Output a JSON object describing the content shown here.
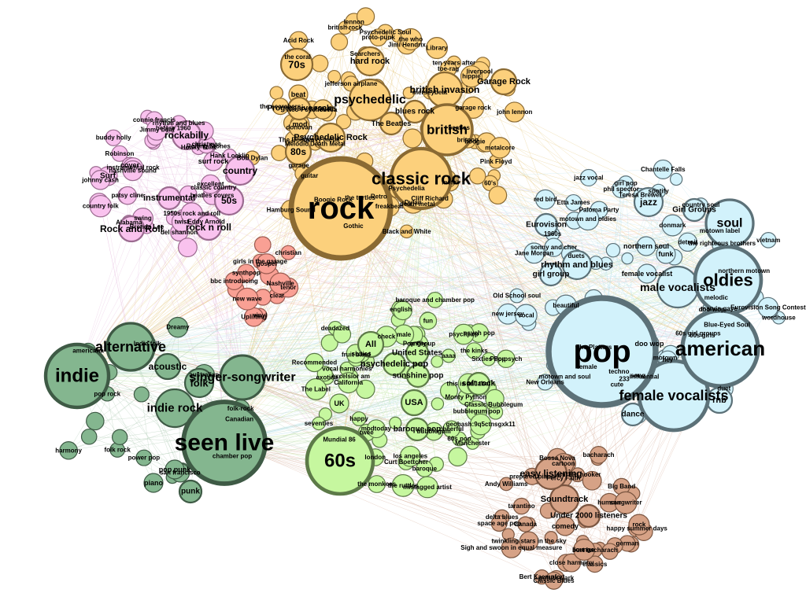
{
  "communities": [
    {
      "id": "psych",
      "fill": "#fcd07c",
      "stroke": "#8a6a33",
      "edge": "#e6c97f"
    },
    {
      "id": "rockabilly",
      "fill": "#f9c2ee",
      "stroke": "#9b6b90",
      "edge": "#e7bfe0"
    },
    {
      "id": "vintage",
      "fill": "#f9a094",
      "stroke": "#9b5a50",
      "edge": "#efb3a9"
    },
    {
      "id": "indie",
      "fill": "#84b68f",
      "stroke": "#3e5a45",
      "edge": "#a9c9ae"
    },
    {
      "id": "sixties",
      "fill": "#c6f79f",
      "stroke": "#5d7a48",
      "edge": "#cbe9b0"
    },
    {
      "id": "oldies",
      "fill": "#d2f2fb",
      "stroke": "#5c7178",
      "edge": "#bfe3ec"
    },
    {
      "id": "easy",
      "fill": "#d6a286",
      "stroke": "#7a5540",
      "edge": "#d8b3a0"
    }
  ],
  "labels": {
    "psych": [
      "rock",
      "classic rock",
      "psychedelic",
      "british",
      "70s",
      "80s",
      "hard rock",
      "britpop",
      "metalcore",
      "british invasion",
      "Garage Rock",
      "Pink Floyd",
      "Progressive rock",
      "Psychedelic Rock",
      "blues rock",
      "The Beatles",
      "60's",
      "metal",
      "beat",
      "mod",
      "Cliff Richard",
      "death metal",
      "Black and White",
      "Psychedelia",
      "Dylan",
      "Gothic",
      "freakbeat",
      "Retro",
      "the turtles",
      "Hamburg Sound",
      "Boogie Rock",
      "guitar",
      "garage",
      "Melodic Death Metal",
      "The Doors",
      "Bob Dylan",
      "heavy metal",
      "donovan",
      "Neo-Psychedelia",
      "the searchers",
      "SPAN495",
      "jefferson airplane",
      "the coral",
      "Acid Rock",
      "british rock",
      "Searchers",
      "lennon",
      "the who",
      "proto-punk",
      "Psychedelic Soul",
      "Jimi Hendrix",
      "Library",
      "ten years after",
      "liverpool",
      "toe-rag",
      "merseybeat",
      "hippie",
      "garage rock",
      "john lennon",
      "beatles",
      "boogie"
    ],
    "rockabilly": [
      "rockabilly",
      "country",
      "50s",
      "Rock and Roll",
      "rock n roll",
      "surf rock",
      "instrumental",
      "Surf",
      "cover",
      "classic country",
      "beatles covers",
      "Eddy Arnold",
      "1950s rock and roll",
      "twist",
      "del shannon",
      "swing",
      "Brenda Lee",
      "Alabama",
      "patsy cline",
      "country folk",
      "johnny cash",
      "instrumental rock",
      "nashville sound",
      "Robinson",
      "buddy holly",
      "connie francis",
      "Jimmy boat",
      "before 1960",
      "rhythm and blues",
      "Rolling Stones",
      "Honky Tonk",
      "christmas",
      "Hank Locklin",
      "excellent"
    ],
    "vintage": [
      "tenor",
      "clear",
      "vinyl",
      "Uplifting",
      "new wave",
      "bbc introducing",
      "synthpop",
      "girls in the garage",
      "gospel",
      "christian",
      "Nashville"
    ],
    "indie": [
      "seen live",
      "indie",
      "alternative",
      "singer-songwriter",
      "indie rock",
      "folk",
      "acoustic",
      "Canadian",
      "chamber pop",
      "san francisco",
      "power pop",
      "folk rock",
      "harmony",
      "pop rock",
      "americana",
      "Indie folk",
      "Dreamy",
      "australian",
      "folk-rock",
      "pop punk",
      "piano",
      "punk"
    ],
    "sixties": [
      "60s",
      "All",
      "USA",
      "UK",
      "United States",
      "psychedelic pop",
      "sunshine pop",
      "Classic Bubblegum",
      "bubblegum pop",
      "60s pop",
      "Manchester",
      "cheerful",
      "bubblegum",
      "mistagged artist",
      "Curt Boettcher",
      "the ruttles",
      "baroque",
      "los angeles",
      "the monkees",
      "london",
      "twee",
      "happy",
      "modtoday",
      "seventies",
      "Mundial 86",
      "The Label",
      "exotica",
      "soft rock",
      "excelsior am",
      "vocal harmonies",
      "California",
      "Recommended",
      "sixties",
      "deadazed",
      "fruit band",
      "check",
      "english",
      "male",
      "fun",
      "ongly",
      "baroque pop",
      "baroque and chamber pop",
      "Pop Group",
      "psychpop",
      "psych pop",
      "aaaa",
      "the kinks",
      "Sixties Pop",
      "Pop-psych",
      "Monty Python",
      "this is an label",
      "geohash:9q5ctnsgxk11"
    ],
    "oldies": [
      "pop",
      "american",
      "oldies",
      "female vocalists",
      "soul",
      "jazz",
      "rnb",
      "male vocalists",
      "rhythm and blues",
      "girl group",
      "Eurovision",
      "Girl Groups",
      "Eurovision Song Contest",
      "doo-wop",
      "doo wop",
      "dance",
      "funk",
      "northern soul",
      "female vocalist",
      "Blue-Eyed Soul",
      "60s girl groups",
      "60s girls",
      "hey",
      "duet",
      "motown",
      "song",
      "233",
      "cute",
      "influential",
      "techno",
      "New Orleans",
      "motown and soul",
      "female",
      "The Platters",
      "vocal",
      "beautiful",
      "new jersey",
      "Old School soul",
      "Jane Morgan",
      "sonny and cher",
      "1960s",
      "red bird",
      "motown and oldies",
      "duets",
      "Paloma Party",
      "Etta James",
      "jazz vocal",
      "phil spector",
      "girl pop",
      "spotify",
      "Teresa Brewer",
      "Chantelle Falls",
      "donmark",
      "detroit",
      "country soul",
      "motown label",
      "the righteous brothers",
      "northern motown",
      "vietnam",
      "melodic",
      "marvin gaye",
      "wordhouse"
    ],
    "easy": [
      "easy listening",
      "Soundtrack",
      "Under 2000 listeners",
      "comedy",
      "happy summer days",
      "german",
      "burt bacharach",
      "classics",
      "lounge",
      "close harmony",
      "petula clark",
      "Classic Blues",
      "Bert Kaempfert",
      "twinkling stars in the sky",
      "Sigh and swoon in equal measure",
      "space age pop",
      "Canada",
      "delta blues",
      "tarantino",
      "Andy Williams",
      "prepared piano",
      "Bossa Nova",
      "cartoon",
      "Percy Faith",
      "john lee hooker",
      "bacharach",
      "Big Band",
      "humour",
      "songwriter",
      "rock"
    ]
  }
}
